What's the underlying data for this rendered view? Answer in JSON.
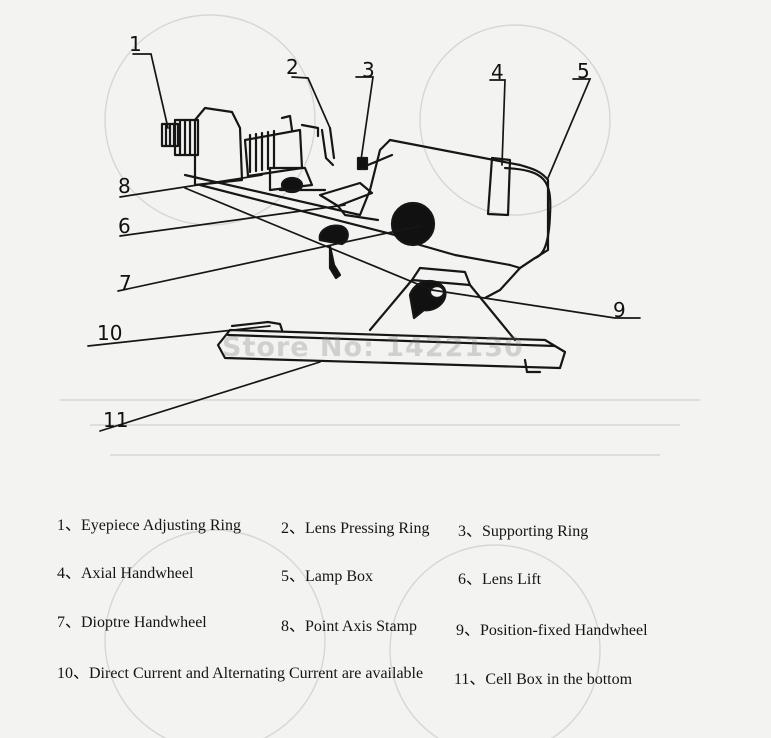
{
  "diagram": {
    "callouts": [
      {
        "id": "1",
        "text": "1"
      },
      {
        "id": "2",
        "text": "2"
      },
      {
        "id": "3",
        "text": "3"
      },
      {
        "id": "4",
        "text": "4"
      },
      {
        "id": "5",
        "text": "5"
      },
      {
        "id": "6",
        "text": "6"
      },
      {
        "id": "7",
        "text": "7"
      },
      {
        "id": "8",
        "text": "8"
      },
      {
        "id": "9",
        "text": "9"
      },
      {
        "id": "10",
        "text": "10"
      },
      {
        "id": "11",
        "text": "11"
      }
    ],
    "watermark": "Store No: 1422130"
  },
  "legend": {
    "items": [
      {
        "id": "1",
        "text": "1、Eyepiece Adjusting Ring"
      },
      {
        "id": "2",
        "text": "2、Lens Pressing Ring"
      },
      {
        "id": "3",
        "text": "3、Supporting Ring"
      },
      {
        "id": "4",
        "text": "4、Axial Handwheel"
      },
      {
        "id": "5",
        "text": "5、Lamp Box"
      },
      {
        "id": "6",
        "text": "6、Lens Lift"
      },
      {
        "id": "7",
        "text": "7、Dioptre Handwheel"
      },
      {
        "id": "8",
        "text": "8、Point Axis Stamp"
      },
      {
        "id": "9",
        "text": "9、Position-fixed Handwheel"
      },
      {
        "id": "10",
        "text": "10、Direct Current and Alternating Current are available"
      },
      {
        "id": "11",
        "text": "11、Cell Box in the bottom"
      }
    ]
  },
  "colors": {
    "ink": "#161616",
    "paper": "#f3f3f1",
    "ghost": "#cfcfcf"
  }
}
